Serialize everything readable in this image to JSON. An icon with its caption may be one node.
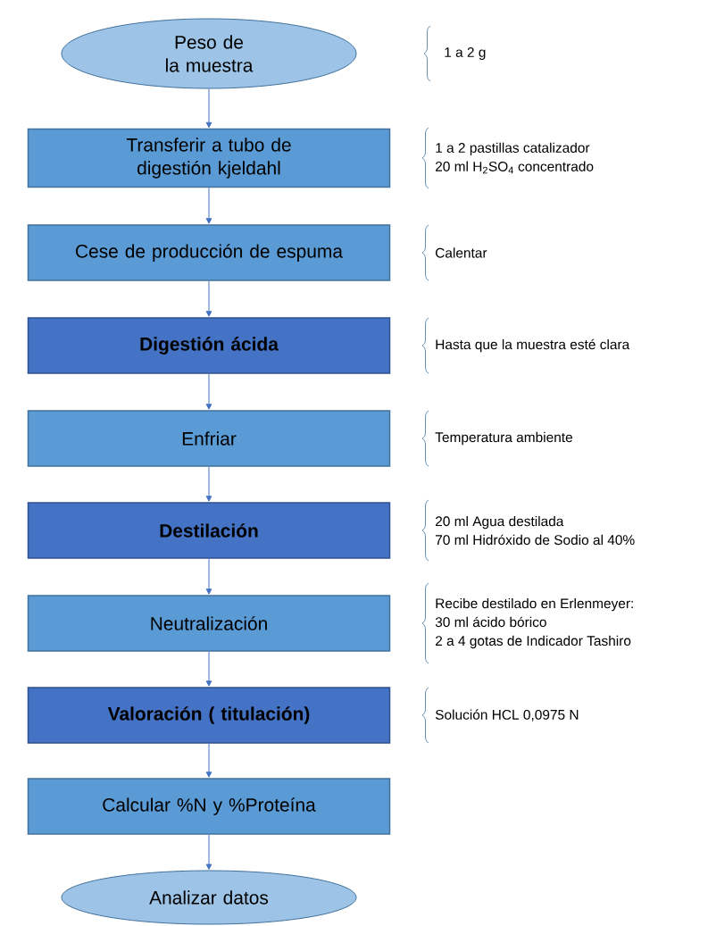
{
  "diagram": {
    "nodes": [
      {
        "text": [
          "Peso de la muestra"
        ]
      },
      {
        "text": [
          "Transferir a tubo de digestión kjeldahl"
        ],
        "beside": [
          "1 a 2 pastillas catalizador",
          "20 ml H$_{2}$SO$_{4}$ concentrado"
        ]
      },
      {
        "text": [
          "Cese de producción de espuma"
        ],
        "beside": [
          "Calentar"
        ]
      },
      {
        "text": [
          "Digestión ácida"
        ],
        "beside": [
          "Hasta que la muestra esté clara"
        ]
      },
      {
        "text": [
          "Enfriar"
        ],
        "beside": [
          "Temperatura ambiente"
        ]
      },
      {
        "text": [
          "Destilación"
        ],
        "beside": [
          "20 ml Agua destilada",
          "70 ml Hidróxido de Sodio al 40%"
        ]
      },
      {
        "text": [
          "Neutralización"
        ],
        "beside": [
          "Recibe destilado en Erlenmeyer:",
          "30 ml ácido bórico",
          "2 a 4 gotas de Indicador Tashiro"
        ]
      },
      {
        "text": [
          "Valoración ( titulación)"
        ],
        "beside": [
          "Solución HCL 0,0975 N"
        ]
      },
      {
        "text": [
          "Calcular %N  y %Proteína"
        ]
      },
      {
        "text": [
          "Analizar datos"
        ]
      }
    ],
    "edges": [
      {
        "from": 0,
        "to": 1,
        "arrow": "to"
      },
      {
        "from": 1,
        "to": 2,
        "arrow": "to"
      },
      {
        "from": 2,
        "to": 3,
        "arrow": "to"
      },
      {
        "from": 3,
        "to": 4,
        "arrow": "to"
      },
      {
        "from": 4,
        "to": 5,
        "arrow": "to"
      },
      {
        "from": 5,
        "to": 6,
        "arrow": "to"
      },
      {
        "from": 6,
        "to": 7,
        "arrow": "to"
      },
      {
        "from": 7,
        "to": 8,
        "arrow": "to"
      },
      {
        "from": 8,
        "to": 9,
        "arrow": "to"
      }
    ],
    "labels": [
      "1 a 2 g"
    ]
  }
}
